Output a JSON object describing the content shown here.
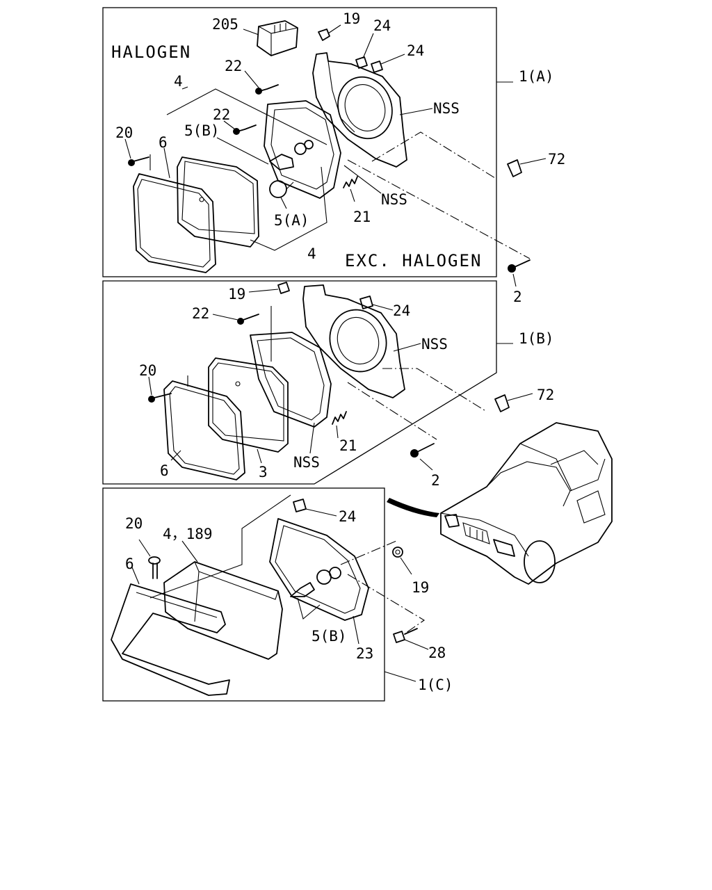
{
  "diagram": {
    "panel_a": {
      "title_top": "HALOGEN",
      "title_bottom": "EXC. HALOGEN",
      "assembly_label": "1(A)",
      "labels": {
        "p205": "205",
        "p19": "19",
        "p24a": "24",
        "p24b": "24",
        "p22a": "22",
        "p4a": "4",
        "p22b": "22",
        "p5b": "5(B)",
        "p20": "20",
        "p6": "6",
        "nss1": "NSS",
        "nss2": "NSS",
        "p72": "72",
        "p21": "21",
        "p5a": "5(A)",
        "p4b": "4",
        "p2": "2"
      }
    },
    "panel_b": {
      "assembly_label": "1(B)",
      "labels": {
        "p19": "19",
        "p22": "22",
        "p24": "24",
        "nss1": "NSS",
        "p72": "72",
        "p20": "20",
        "p21": "21",
        "nss2": "NSS",
        "p2": "2",
        "p6": "6",
        "p3": "3"
      }
    },
    "panel_c": {
      "assembly_label": "1(C)",
      "labels": {
        "p24": "24",
        "p20": "20",
        "p4_189": "4，189",
        "p6": "6",
        "p19": "19",
        "p5b": "5(B)",
        "p23": "23",
        "p28": "28"
      }
    }
  }
}
